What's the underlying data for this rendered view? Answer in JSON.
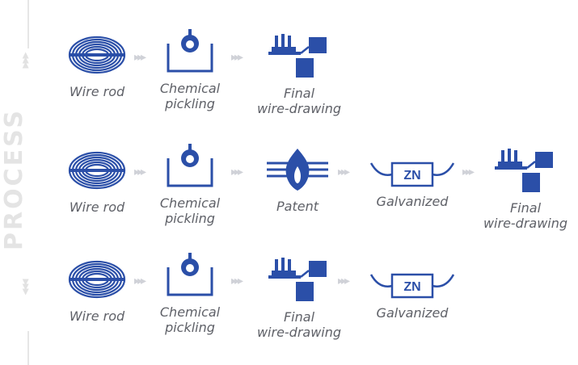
{
  "sidebar": {
    "label": "PROCESS"
  },
  "rows": [
    {
      "steps": [
        {
          "icon": "wire-coil-icon",
          "label": "Wire rod"
        },
        {
          "icon": "pickling-tank-icon",
          "label": "Chemical\npickling"
        },
        {
          "icon": "wire-drawing-machine-icon",
          "label": "Final\nwire-drawing"
        }
      ]
    },
    {
      "steps": [
        {
          "icon": "wire-coil-icon",
          "label": "Wire rod"
        },
        {
          "icon": "pickling-tank-icon",
          "label": "Chemical\npickling"
        },
        {
          "icon": "flame-icon",
          "label": "Patent"
        },
        {
          "icon": "zn-bath-icon",
          "label": "Galvanized",
          "badge": "ZN"
        },
        {
          "icon": "wire-drawing-machine-icon",
          "label": "Final\nwire-drawing"
        }
      ]
    },
    {
      "steps": [
        {
          "icon": "wire-coil-icon",
          "label": "Wire rod"
        },
        {
          "icon": "pickling-tank-icon",
          "label": "Chemical\npickling"
        },
        {
          "icon": "wire-drawing-machine-icon",
          "label": "Final\nwire-drawing"
        },
        {
          "icon": "zn-bath-icon",
          "label": "Galvanized",
          "badge": "ZN"
        }
      ]
    }
  ],
  "colors": {
    "icon": "#2b4fa8",
    "label": "#5f6168",
    "separator": "#d0d2d8",
    "sidebar": "#e4e4e4"
  }
}
